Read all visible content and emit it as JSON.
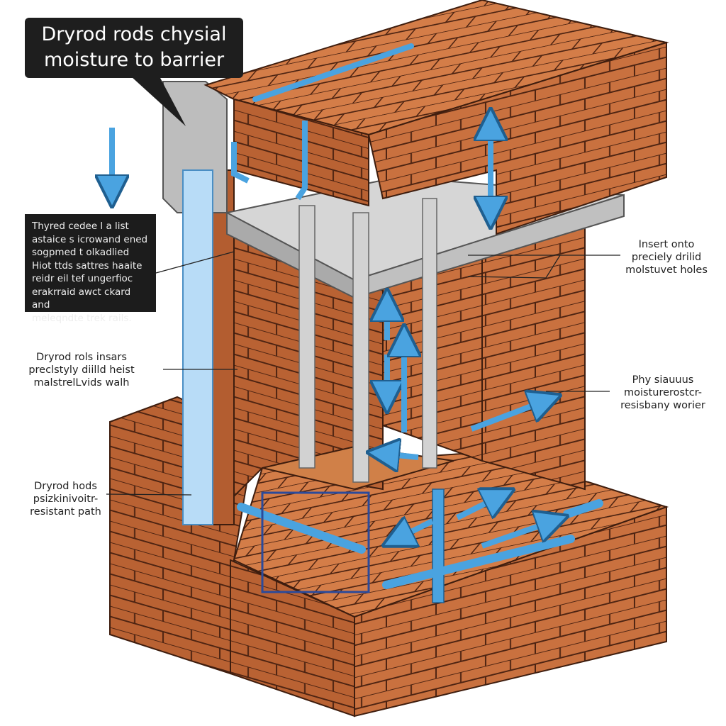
{
  "title_callout": {
    "lines": [
      "Dryrod rods chysial",
      "moisture to barrier"
    ]
  },
  "note_box": {
    "lines": [
      "Thyred cedee l a list",
      "astaice s icrowand ened",
      "sogpmed t olkadlied",
      "Hiot ttds sattres haaite",
      "reidr eil tef ungerfioc",
      "erakrraid awct ckard and",
      "meleqndte trek rails."
    ]
  },
  "labels": {
    "insert": [
      "Insert onto",
      "preciely drilid",
      "molstuvet holes"
    ],
    "physical": [
      "Phy siauuus",
      "moisturerostcr-",
      "resisbany worier"
    ],
    "rods_insert": [
      "Dryrod rols insars",
      "preclstyly diilld heist",
      "malstrelLvids walh"
    ],
    "path": [
      "Dryrod hods",
      "psizkinivoitr-",
      "resistant path"
    ]
  },
  "colors": {
    "brick": "#c9713f",
    "mortar": "#5b2a17",
    "water": "#4aa3e0",
    "steel": "#c8c8c8",
    "callout": "#1e1e1e"
  }
}
